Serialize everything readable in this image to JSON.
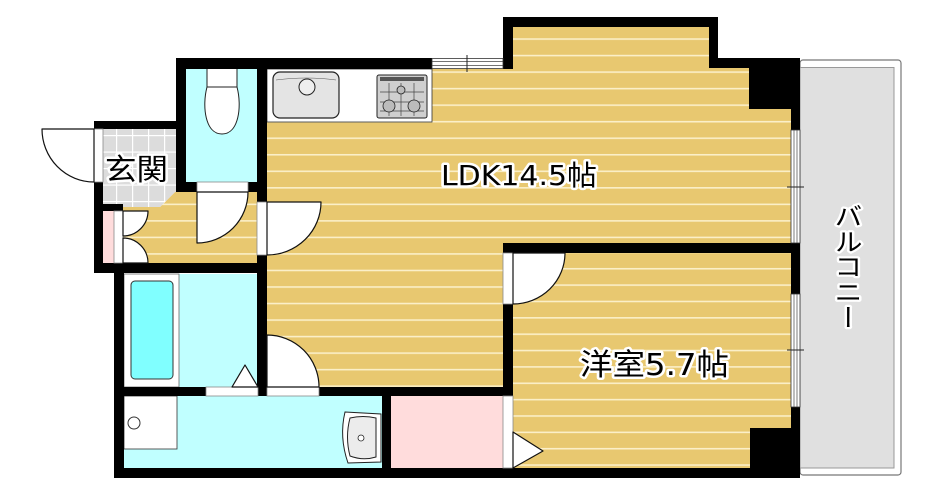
{
  "plan": {
    "rooms": {
      "entrance": {
        "label": "玄関"
      },
      "ldk": {
        "label": "LDK14.5帖"
      },
      "western_room": {
        "label": "洋室5.7帖"
      },
      "balcony": {
        "label": "バルコニー"
      }
    },
    "fixtures": {
      "kitchen_sink": "kitchen-sink-icon",
      "stove": "gas-stove-icon",
      "toilet": "toilet-icon",
      "bathtub": "bathtub-icon",
      "washing_machine": "washing-machine-space-icon",
      "wash_basin": "wash-basin-icon"
    }
  },
  "colors": {
    "wood_floor": "#e8c870",
    "wood_line": "#fbefc8",
    "wet_area": "#c0ffff",
    "bathtub": "#80ffff",
    "closet": "#ffdcdc",
    "entrance_tile": "#dcdcdc",
    "balcony": "#e0e0e0",
    "wall": "#000000"
  }
}
